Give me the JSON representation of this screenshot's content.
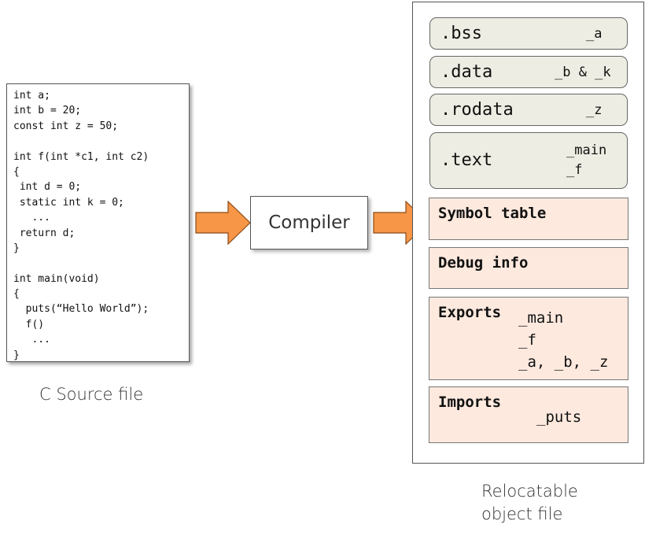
{
  "source_file": {
    "caption": "C Source file",
    "code_lines": [
      "int a;",
      "int b = 20;",
      "const int z = 50;",
      "",
      "int f(int *c1, int c2)",
      "{",
      " int d = 0;",
      " static int k = 0;",
      "   ...",
      " return d;",
      "}",
      "",
      "int main(void)",
      "{",
      "  puts(“Hello World”);",
      "  f()",
      "   ...",
      "}"
    ]
  },
  "compiler": {
    "label": "Compiler"
  },
  "object_file": {
    "caption_line1": "Relocatable",
    "caption_line2": "object file",
    "sections": [
      {
        "name": ".bss",
        "symbols": [
          "_a"
        ]
      },
      {
        "name": ".data",
        "symbols": [
          "_b & _k"
        ]
      },
      {
        "name": ".rodata",
        "symbols": [
          "_z"
        ]
      },
      {
        "name": ".text",
        "symbols": [
          "_main",
          "_f"
        ]
      }
    ],
    "symbol_table": "Symbol table",
    "debug_info": "Debug info",
    "exports": {
      "title": "Exports",
      "entries": [
        "_main",
        "_f",
        "_a, _b, _z"
      ]
    },
    "imports": {
      "title": "Imports",
      "entries": [
        "_puts"
      ]
    }
  },
  "colors": {
    "arrow_fill": "#f79646",
    "arrow_stroke": "#8a4a18",
    "section_fill": "#eeede3",
    "metadata_fill": "#fde9de"
  }
}
